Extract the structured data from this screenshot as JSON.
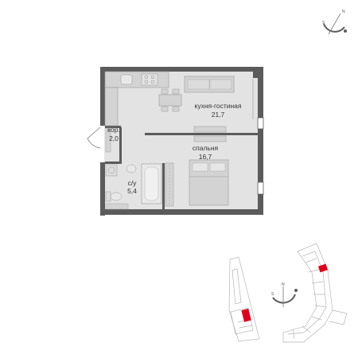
{
  "rooms": {
    "living": {
      "name": "кухня-гостиная",
      "area": "21,7"
    },
    "bedroom": {
      "name": "спальня",
      "area": "16,7"
    },
    "corridor": {
      "name": "кор.",
      "area": "2,0"
    },
    "bathroom": {
      "name": "с/у",
      "area": "5,4"
    }
  },
  "compass_top": {
    "north": "N",
    "south": "S"
  },
  "compass_bottom": {
    "north": "N",
    "south": "S"
  },
  "colors": {
    "wall": "#5b5b5b",
    "floor": "#e3e3e3",
    "furniture": "#d3d3d3",
    "highlight": "#e0001b",
    "site_outline": "#b5b5b5"
  }
}
